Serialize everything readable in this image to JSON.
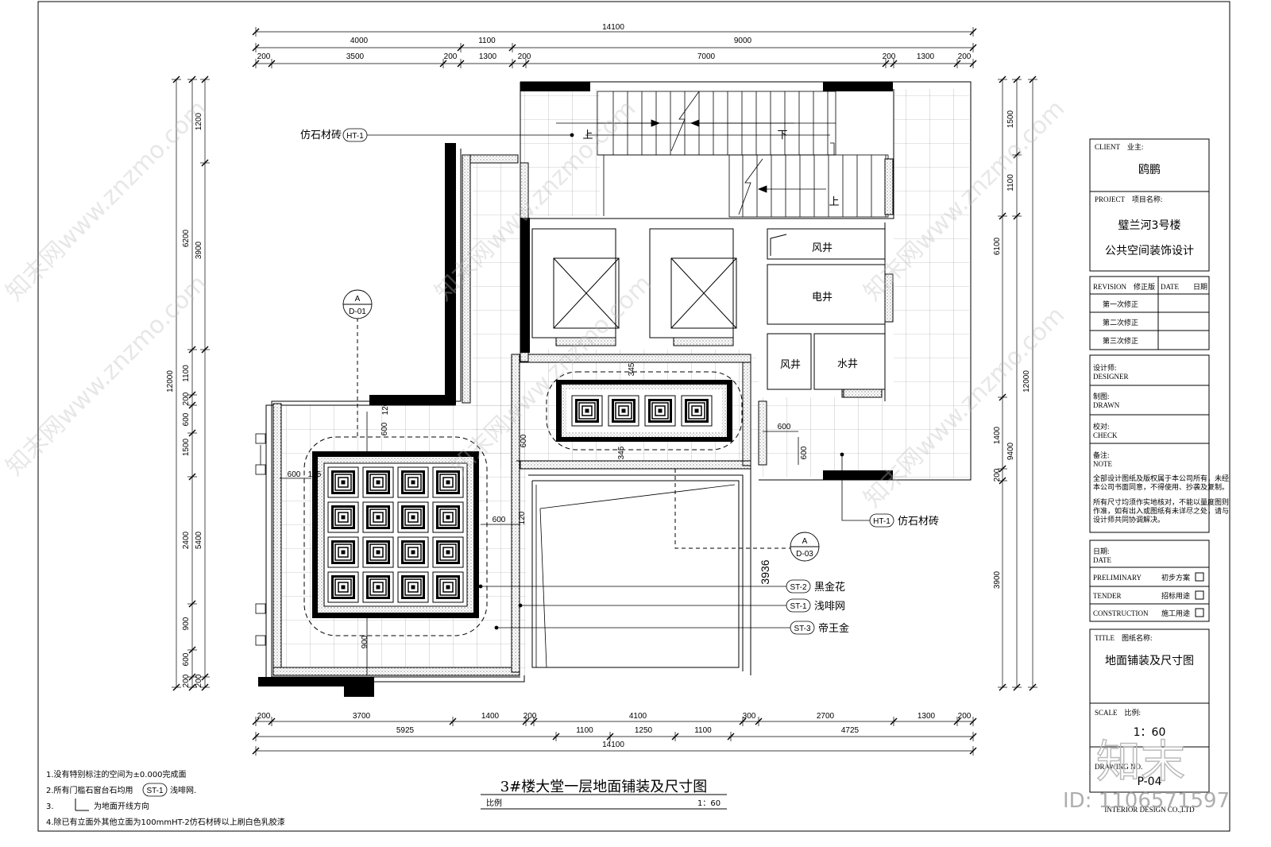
{
  "drawing": {
    "title": "3#楼大堂一层地面铺装及尺寸图",
    "scale_label": "比例",
    "scale_value": "1：60"
  },
  "dims_top": {
    "total": "14100",
    "row2": [
      "4000",
      "1100",
      "9000"
    ],
    "row3": [
      "200",
      "3500",
      "200",
      "1300",
      "200",
      "7000",
      "200",
      "1300",
      "200"
    ]
  },
  "dims_bottom": {
    "row1": [
      "200",
      "3700",
      "1400",
      "200",
      "4100",
      "300",
      "2700",
      "1300",
      "200"
    ],
    "row2": [
      "5925",
      "1100",
      "1250",
      "1100",
      "4725"
    ],
    "total": "14100"
  },
  "dims_left": {
    "total": "12000",
    "outer": [
      "6200",
      "1100",
      "200",
      "600",
      "1500",
      "2400",
      "900",
      "600",
      "200"
    ],
    "inner": [
      "1200",
      "3900",
      "5400",
      "200"
    ]
  },
  "dims_right": {
    "total": "12000",
    "outer": [
      "1500",
      "1100",
      "6100",
      "1400",
      "200",
      "3900"
    ],
    "mid": [
      "9400"
    ]
  },
  "inner_dims": [
    "600",
    "600",
    "600",
    "600",
    "600",
    "600",
    "125",
    "345",
    "345",
    "120",
    "120",
    "900",
    "3936"
  ],
  "rooms": {
    "wind1": "风井",
    "elec": "电井",
    "wind2": "风井",
    "water": "水井",
    "up1": "上",
    "down": "下",
    "up2": "上"
  },
  "callouts": {
    "ht1_top_text": "仿石材砖",
    "ht1_tag": "HT-1",
    "ht1_bottom_text": "仿石材砖",
    "st2_tag": "ST-2",
    "st2_text": "黑金花",
    "st1_tag": "ST-1",
    "st1_text": "浅啡网",
    "st3_tag": "ST-3",
    "st3_text": "帝王金"
  },
  "sections": {
    "a1_top": "A",
    "a1_bot": "D-01",
    "a2_top": "A",
    "a2_bot": "D-03"
  },
  "title_block": {
    "client_label": "CLIENT　业主:",
    "client_value": "鸥鹏",
    "project_label": "PROJECT　项目名称:",
    "project_line1": "璧兰河3号楼",
    "project_line2": "公共空间装饰设计",
    "revision_label": "REVISION　修正版",
    "date_label": "DATE　　日期",
    "revisions": [
      "第一次修正",
      "第二次修正",
      "第三次修正"
    ],
    "designer_label": "设计师:",
    "designer_en": "DESIGNER",
    "drawn_label": "制图:",
    "drawn_en": "DRAWN",
    "check_label": "校对:",
    "check_en": "CHECK",
    "note_label": "备注:",
    "note_en": "NOTE",
    "note_lines": [
      "全部设计图纸及版权属于本公司所有，未经",
      "本公司书面同意，不得使用、抄袭及复制。",
      "所有尺寸均须作实地核对，不能以量度图则",
      "作准，如有出入或图纸有未详尽之处，请与",
      "设计师共同协调解决。"
    ],
    "date_label2": "日期:",
    "date_en": "DATE",
    "phases": [
      {
        "en": "PRELIMINARY",
        "cn": "初步方案"
      },
      {
        "en": "TENDER",
        "cn": "招标用途"
      },
      {
        "en": "CONSTRUCTION",
        "cn": "施工用途"
      }
    ],
    "title_label": "TITLE　图纸名称:",
    "title_value": "地面铺装及尺寸图",
    "scale_label": "SCALE　比例:",
    "scale_value": "1：60",
    "drawing_no_label": "DRAWING NO.",
    "drawing_no": "P-04",
    "company": "INTERIOR DESIGN CO.,LTD"
  },
  "notes": [
    "1.没有特别标注的空间为±0.000完成面",
    "2.所有门槛石窗台石均用",
    "浅啡网.",
    "3.",
    "为地面开线方向",
    "4.除已有立面外其他立面为100mmHT-2仿石材砖以上刷白色乳胶漆"
  ],
  "note_tag": "ST-1",
  "watermarks": {
    "site": "知末网www.znzmo.com",
    "logo": "知末",
    "id": "ID: 1106571597"
  }
}
